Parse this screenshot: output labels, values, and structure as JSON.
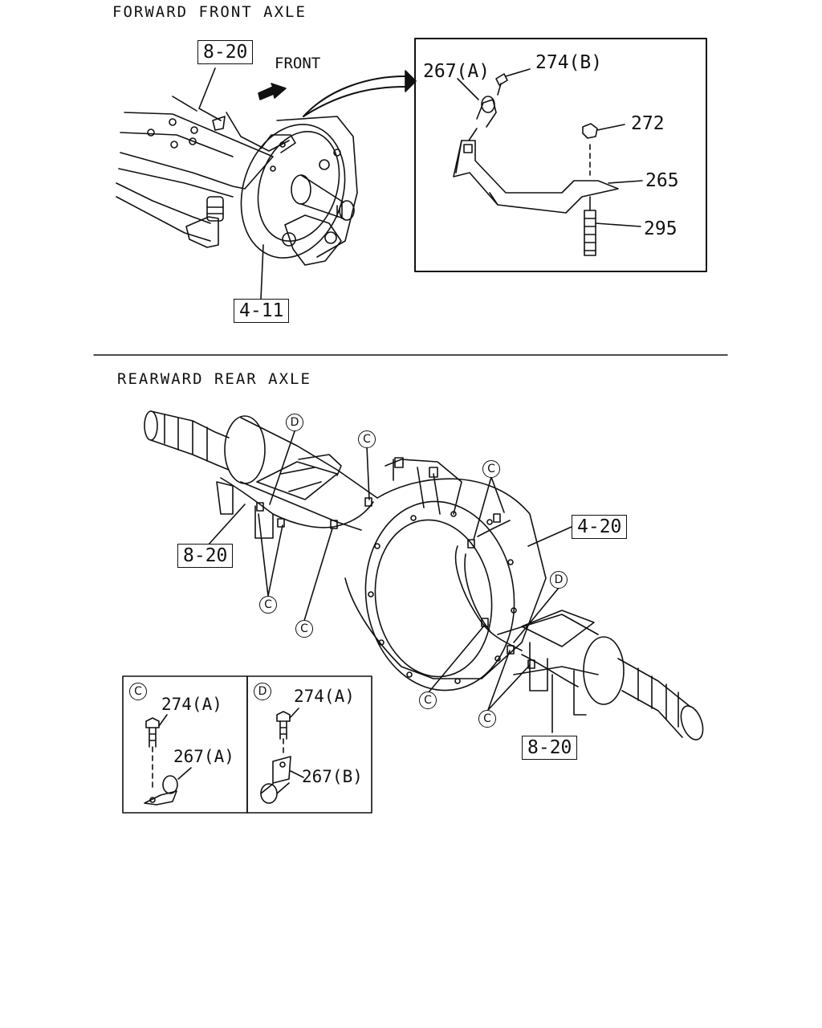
{
  "sections": {
    "front_title": "FORWARD FRONT AXLE",
    "rear_title": "REARWARD REAR AXLE"
  },
  "front": {
    "ref_top": "8-20",
    "ref_bottom": "4-11",
    "direction_label": "FRONT",
    "inset": {
      "clip_a": "267(A)",
      "bolt_b": "274(B)",
      "nut": "272",
      "bracket": "265",
      "stud": "295"
    }
  },
  "rear": {
    "ref_left": "8-20",
    "ref_right": "4-20",
    "ref_bottom": "8-20",
    "callout_c": "C",
    "callout_d": "D",
    "detail_c": {
      "key": "C",
      "bolt": "274(A)",
      "clip": "267(A)"
    },
    "detail_d": {
      "key": "D",
      "bolt": "274(A)",
      "clip": "267(B)"
    }
  }
}
